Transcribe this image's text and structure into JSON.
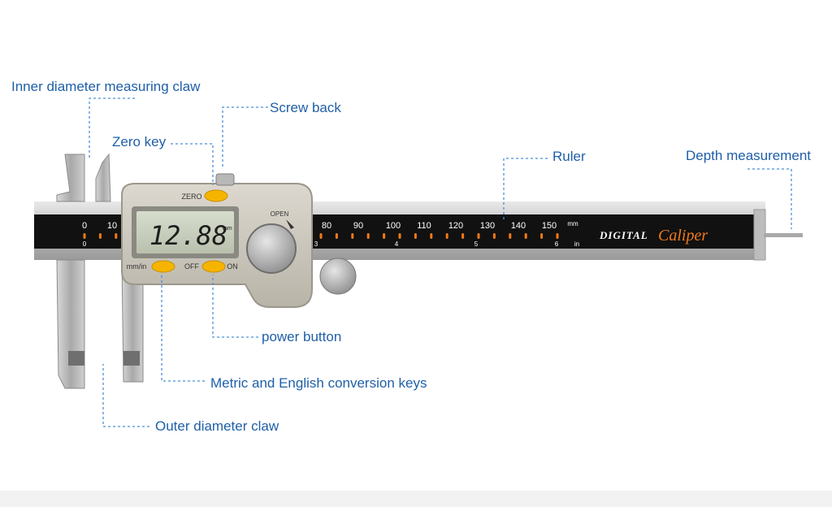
{
  "labels": {
    "inner_claw": "Inner diameter measuring claw",
    "screw_back": "Screw back",
    "zero_key": "Zero key",
    "ruler": "Ruler",
    "depth": "Depth measurement",
    "power": "power button",
    "conversion": "Metric and English conversion keys",
    "outer_claw": "Outer diameter claw"
  },
  "device": {
    "display_value": "12.88",
    "display_unit": "mm",
    "zero_label": "ZERO",
    "mm_in_label": "mm/in",
    "off_label": "OFF",
    "on_label": "ON",
    "open_label": "OPEN",
    "brand_word1": "DIGITAL",
    "brand_word2": "Caliper",
    "scale_unit_mm": "mm",
    "scale_unit_in": "in",
    "mm_ticks": [
      "0",
      "10",
      "80",
      "90",
      "100",
      "110",
      "120",
      "130",
      "140",
      "150"
    ],
    "in_ticks": [
      "0",
      "3",
      "4",
      "5",
      "6"
    ]
  },
  "colors": {
    "callout_text": "#1f5fa8",
    "leader_line": "#4a8fd8",
    "button_yellow": "#f5b400",
    "scale_orange": "#f07a1a",
    "scale_black": "#111111",
    "lcd_green": "#c9d0bf"
  }
}
